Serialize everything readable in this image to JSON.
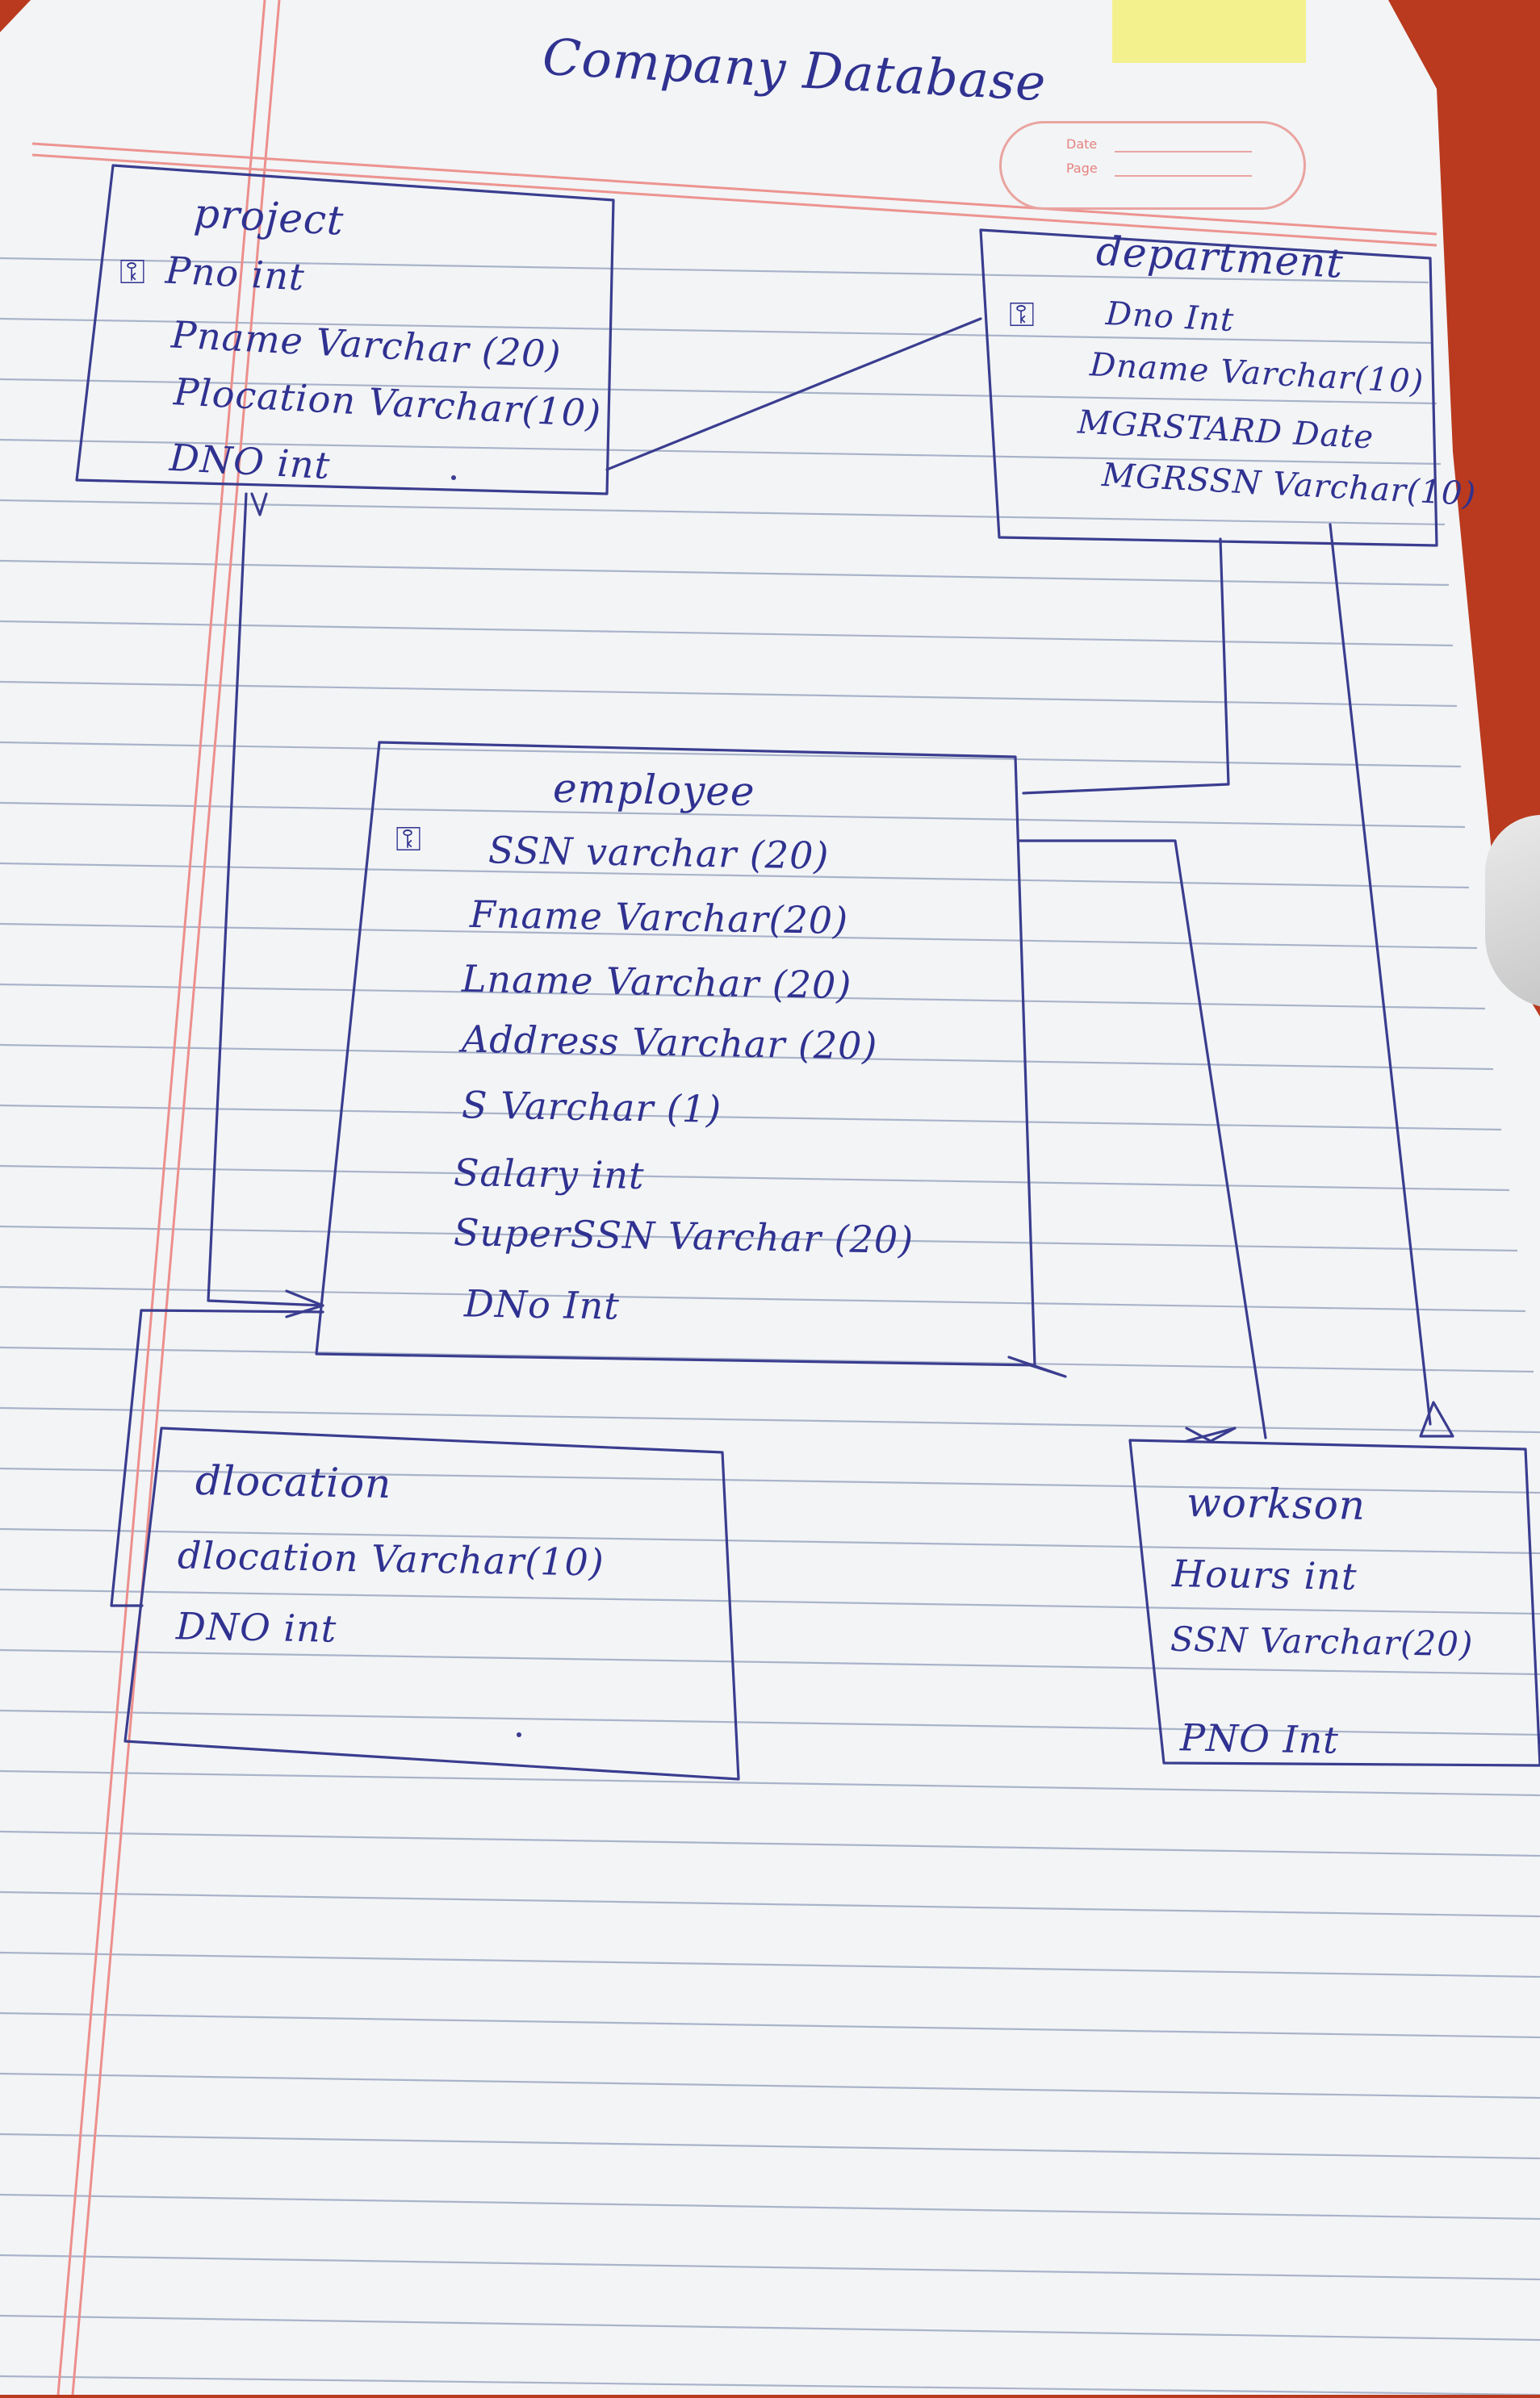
{
  "title": "Company Database",
  "key_symbol": "⚿",
  "stamp": {
    "date_label": "Date",
    "page_label": "Page"
  },
  "tables": {
    "project": {
      "name": "project",
      "fields": [
        "Pno int",
        "Pname Varchar (20)",
        "Plocation Varchar(10)",
        "DNO int"
      ]
    },
    "department": {
      "name": "department",
      "fields": [
        "Dno Int",
        "Dname Varchar(10)",
        "MGRSTARD Date",
        "MGRSSN Varchar(10)"
      ]
    },
    "employee": {
      "name": "employee",
      "fields": [
        "SSN varchar (20)",
        "Fname Varchar(20)",
        "Lname Varchar (20)",
        "Address Varchar (20)",
        "S Varchar (1)",
        "Salary int",
        "SuperSSN Varchar (20)",
        "DNo Int"
      ]
    },
    "dlocation": {
      "name": "dlocation",
      "fields": [
        "dlocation Varchar(10)",
        "DNO int"
      ]
    },
    "workson": {
      "name": "workson",
      "fields": [
        "Hours int",
        "SSN Varchar(20)",
        "PNO Int"
      ]
    }
  },
  "colors": {
    "ink": "#2f3290",
    "paper": "#f3f4f6",
    "margin": "#ec8f8c",
    "rule": "#a9b3c9"
  }
}
